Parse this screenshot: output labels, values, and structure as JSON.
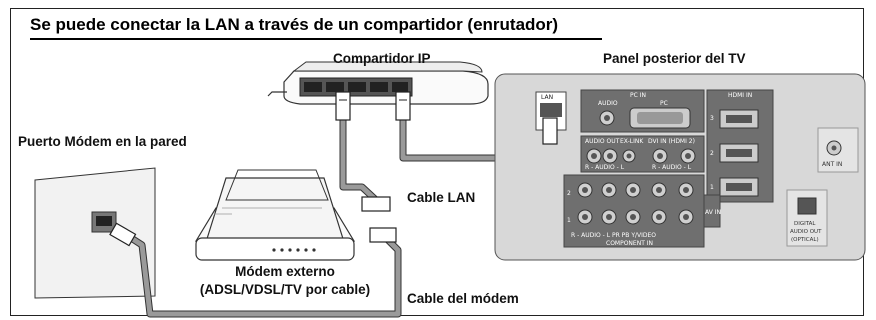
{
  "title": "Se puede conectar la LAN a través de un compartidor (enrutador)",
  "labels": {
    "router": "Compartidor IP",
    "tv_panel": "Panel posterior del TV",
    "wall_port": "Puerto Módem en la pared",
    "lan_cable": "Cable LAN",
    "modem_line1": "Módem externo",
    "modem_line2": "(ADSL/VDSL/TV por cable)",
    "modem_cable": "Cable del módem"
  },
  "tv_ports": {
    "lan": "LAN",
    "pc_in": "PC IN",
    "audio": "AUDIO",
    "pc": "PC",
    "hdmi_in": "HDMI IN",
    "audio_out": "AUDIO OUT",
    "ex_link": "EX-LINK",
    "dvi_in": "DVI IN (HDMI 2)",
    "audio_lr_1": "R - AUDIO - L",
    "audio_lr_2": "R - AUDIO - L",
    "ant_in": "ANT IN",
    "av_in": "AV IN",
    "component_in": "COMPONENT IN",
    "component_row": "R - AUDIO - L   PR   PB   Y/VIDEO",
    "digital_audio_out_1": "DIGITAL",
    "digital_audio_out_2": "AUDIO OUT",
    "digital_audio_out_3": "(OPTICAL)",
    "hdmi_1": "3",
    "hdmi_2": "2",
    "hdmi_3": "1",
    "row_2": "2",
    "row_1": "1"
  },
  "colors": {
    "tv_panel": "#d8d8d8",
    "tv_panel_dark": "#6f6f6f",
    "cable": "#8a8a8a",
    "port": "#444444"
  }
}
